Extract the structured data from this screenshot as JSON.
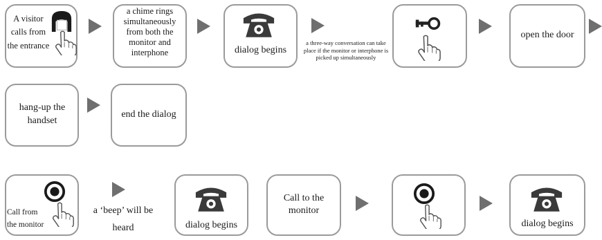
{
  "row1": {
    "step1": "A visitor calls from the entrance",
    "step2": "a chime rings simultaneously from both the monitor and interphone",
    "step3": "dialog begins",
    "note": "a three-way conversation can take place if the monitor or interphone is picked up simultaneously",
    "step5": "open the door"
  },
  "row2": {
    "step1": "hang-up the handset",
    "step2": "end the dialog"
  },
  "row3": {
    "step1": "Call from the monitor",
    "step2": "a ‘beep’ will be heard",
    "step3": "dialog begins",
    "step4": "Call to the monitor",
    "step6": "dialog begins"
  },
  "icons": {
    "visitor": "intercom-camera-icon",
    "phone": "telephone-icon",
    "key": "key-icon",
    "hand": "pointing-hand-icon",
    "call": "call-button-icon",
    "arrow": "arrow-right-icon"
  },
  "colors": {
    "border": "#9a9a9a",
    "arrow": "#6f6f6f",
    "icon": "#3a3a3a"
  }
}
